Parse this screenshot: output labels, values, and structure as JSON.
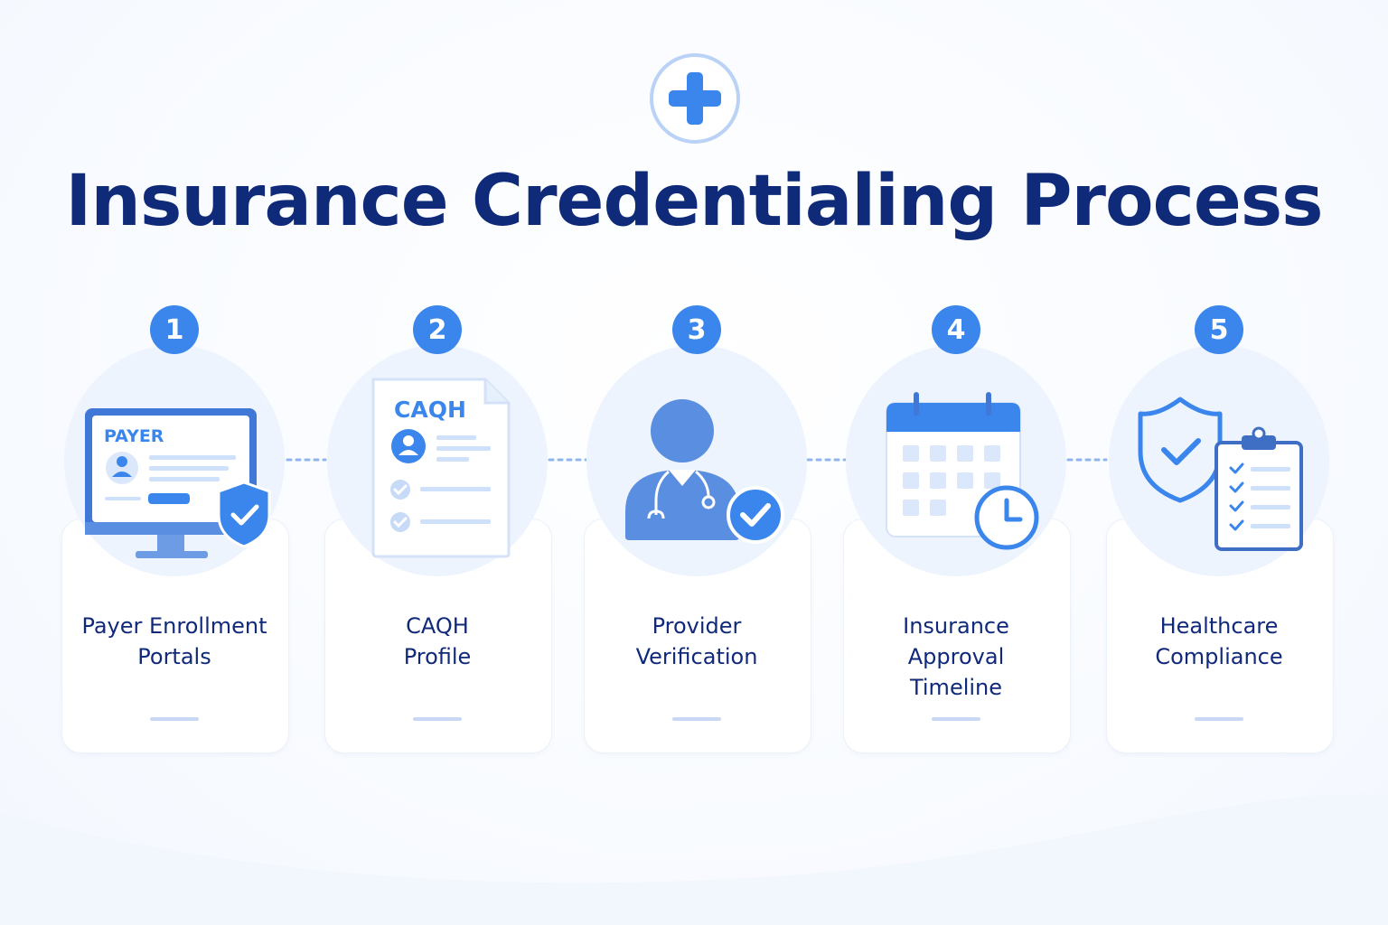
{
  "title": "Insurance Credentialing Process",
  "colors": {
    "navy": "#0f2a78",
    "accent": "#3a86ec",
    "light_blue": "#cfe0fa",
    "halo": "#eef4fd"
  },
  "logo_icon": "medical-cross-icon",
  "steps": [
    {
      "number": "1",
      "label_lines": [
        "Payer Enrollment",
        "Portals"
      ],
      "icon": "monitor-shield-icon",
      "screen_text": "PAYER"
    },
    {
      "number": "2",
      "label_lines": [
        "CAQH",
        "Profile"
      ],
      "icon": "document-profile-icon",
      "doc_text": "CAQH"
    },
    {
      "number": "3",
      "label_lines": [
        "Provider",
        "Verification"
      ],
      "icon": "doctor-check-icon"
    },
    {
      "number": "4",
      "label_lines": [
        "Insurance",
        "Approval",
        "Timeline"
      ],
      "icon": "calendar-clock-icon"
    },
    {
      "number": "5",
      "label_lines": [
        "Healthcare",
        "Compliance"
      ],
      "icon": "shield-clipboard-icon"
    }
  ]
}
